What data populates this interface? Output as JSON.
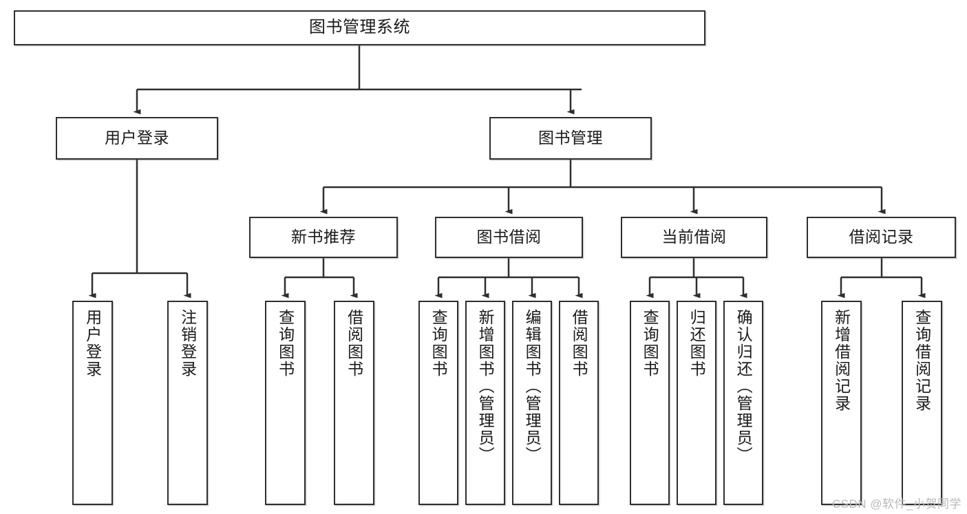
{
  "diagram": {
    "type": "tree-hierarchy-chart",
    "title": "图书管理系统",
    "orientation": "top-down",
    "colors": {
      "box_border": "#2e2e2e",
      "box_fill": "#ffffff",
      "connector": "#2e2e2e",
      "text": "#1a1a1a",
      "watermark": "#b9b9b9",
      "background": "#ffffff"
    },
    "levels": 4
  },
  "root": {
    "label": "图书管理系统"
  },
  "level2": [
    {
      "label": "用户登录"
    },
    {
      "label": "图书管理"
    }
  ],
  "level3": [
    {
      "label": "新书推荐"
    },
    {
      "label": "图书借阅"
    },
    {
      "label": "当前借阅"
    },
    {
      "label": "借阅记录"
    }
  ],
  "leaves": {
    "user_login": [
      {
        "label": "用户登录"
      },
      {
        "label": "注销登录"
      }
    ],
    "new_book_recommend": [
      {
        "label": "查询图书"
      },
      {
        "label": "借阅图书"
      }
    ],
    "book_borrow": [
      {
        "label": "查询图书"
      },
      {
        "label": "新增图书（管理员）"
      },
      {
        "label": "编辑图书（管理员）"
      },
      {
        "label": "借阅图书"
      }
    ],
    "current_borrow": [
      {
        "label": "查询图书"
      },
      {
        "label": "归还图书"
      },
      {
        "label": "确认归还（管理员）"
      }
    ],
    "borrow_record": [
      {
        "label": "新增借阅记录"
      },
      {
        "label": "查询借阅记录"
      }
    ]
  },
  "watermark": {
    "text": "CSDN @软件_小贺同学"
  }
}
